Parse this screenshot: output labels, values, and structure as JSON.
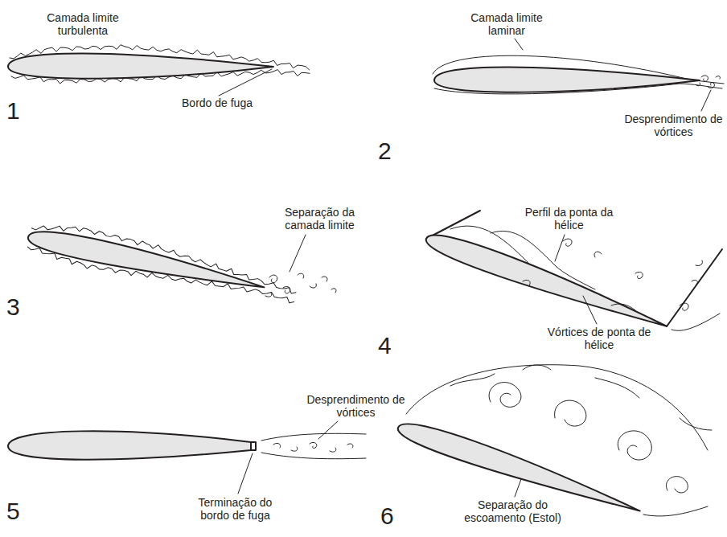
{
  "diagram": {
    "labels": [
      "Camada limite turbulenta",
      "Bordo de fuga",
      "1",
      "Camada limite laminar",
      "Desprendimento de vórtices",
      "2",
      "Separação da camada limite",
      "3",
      "Perfil da ponta da hélice",
      "Vórtices de ponta de hélice",
      "4",
      "Desprendimento de vórtices",
      "Terminação do bordo de fuga",
      "5",
      "Separação do escoamento (Estol)",
      "6"
    ]
  }
}
